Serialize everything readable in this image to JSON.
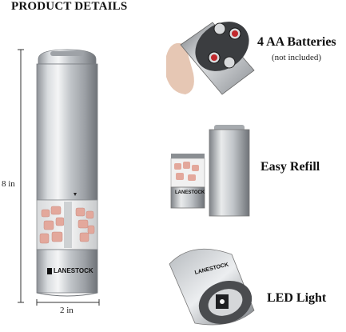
{
  "heading": "PRODUCT DETAILS",
  "dimensions": {
    "height": "8 in",
    "width": "2 in"
  },
  "brand": "LANESTOCK",
  "features": [
    {
      "title": "4 AA Batteries",
      "subtitle": "(not included)"
    },
    {
      "title": "Easy Refill"
    },
    {
      "title": "LED Light"
    }
  ],
  "colors": {
    "steel_light": "#e6e8ea",
    "steel_mid": "#b9bdc1",
    "steel_dark": "#7d8186",
    "salt_pink": "#e8b3a8",
    "battery_red": "#c0282c"
  }
}
